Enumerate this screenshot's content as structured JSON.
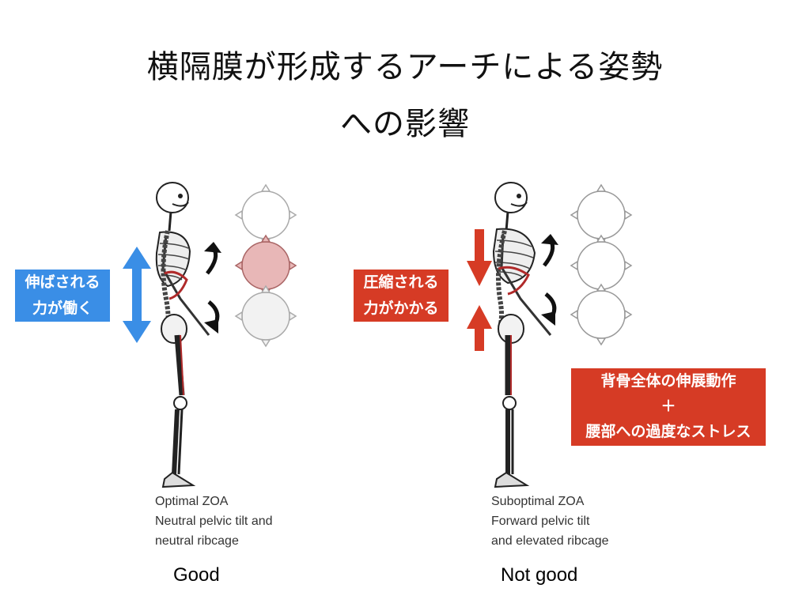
{
  "title": {
    "line1": "横隔膜が形成するアーチによる姿勢",
    "line2": "への影響"
  },
  "left_panel": {
    "callout": {
      "line1": "伸ばされる",
      "line2": "力が働く",
      "color": "#3a8ee6"
    },
    "caption": [
      "Optimal ZOA",
      "Neutral pelvic tilt and",
      "neutral ribcage"
    ],
    "label": "Good"
  },
  "right_panel": {
    "callout": {
      "line1": "圧縮される",
      "line2": "力がかかる",
      "color": "#d63b25"
    },
    "caption": [
      "Suboptimal ZOA",
      "Forward pelvic tilt",
      "and elevated ribcage"
    ],
    "label": "Not good",
    "effect_box": {
      "line1": "背骨全体の伸展動作",
      "line2": "＋",
      "line3": "腰部への過度なストレス",
      "color": "#d63b25"
    }
  },
  "colors": {
    "arrow_blue": "#3a8ee6",
    "arrow_red": "#d63b25",
    "muscle_red": "#b02a2a",
    "gear_highlight": "#e8b7b7"
  }
}
